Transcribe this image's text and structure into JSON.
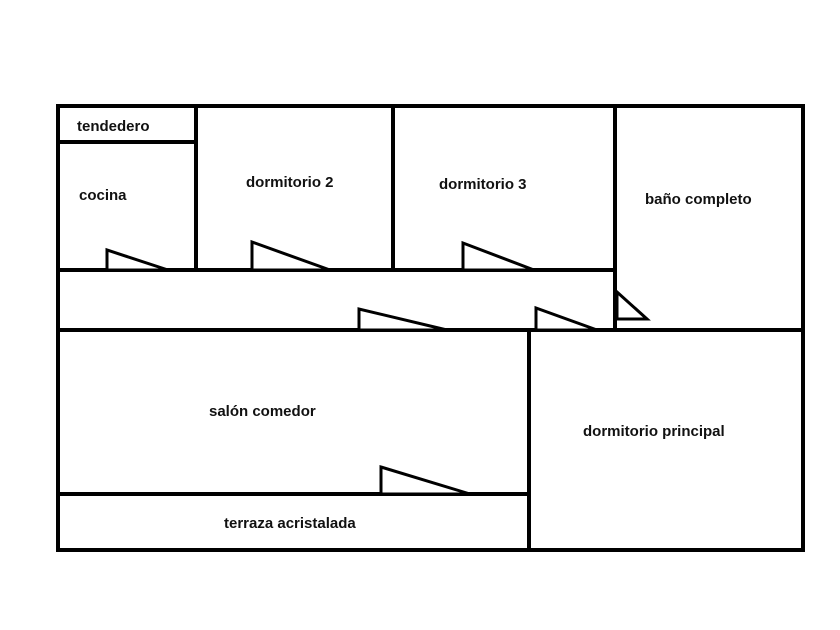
{
  "floor_plan": {
    "rooms": {
      "tendedero": "tendedero",
      "cocina": "cocina",
      "dormitorio_2": "dormitorio 2",
      "dormitorio_3": "dormitorio 3",
      "bano_completo": "baño completo",
      "salon_comedor": "salón comedor",
      "dormitorio_principal": "dormitorio principal",
      "terraza_acristalada": "terraza acristalada"
    }
  }
}
